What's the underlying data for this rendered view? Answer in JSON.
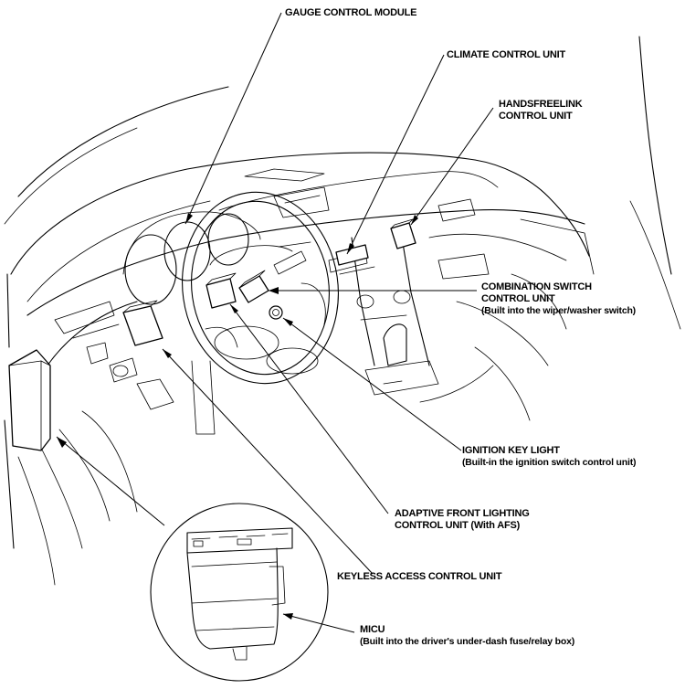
{
  "labels": {
    "gauge": "GAUGE CONTROL MODULE",
    "climate": "CLIMATE CONTROL UNIT",
    "handsfree_1": "HANDSFREELINK",
    "handsfree_2": "CONTROL UNIT",
    "combo_1": "COMBINATION SWITCH",
    "combo_2": "CONTROL UNIT",
    "combo_3": "(Built into the wiper/washer switch)",
    "ignition_1": "IGNITION KEY LIGHT",
    "ignition_2": "(Built-in the ignition switch control unit)",
    "afs_1": "ADAPTIVE FRONT LIGHTING",
    "afs_2": "CONTROL UNIT (With AFS)",
    "keyless": "KEYLESS ACCESS CONTROL UNIT",
    "micu_1": "MICU",
    "micu_2": "(Built into the driver's under-dash fuse/relay box)"
  }
}
